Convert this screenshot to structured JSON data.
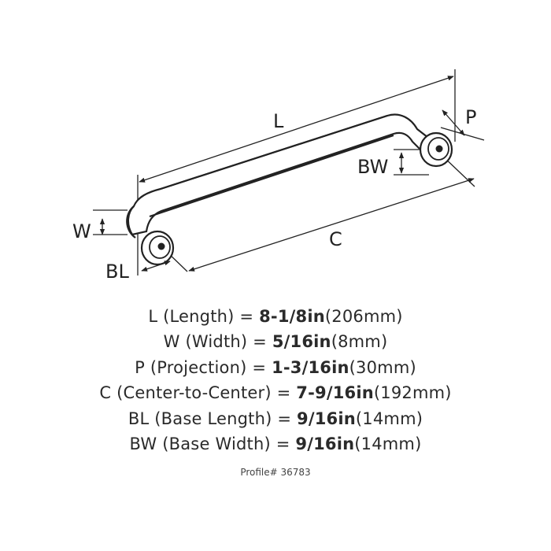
{
  "dimension_labels": {
    "L": "L",
    "P": "P",
    "BW": "BW",
    "W": "W",
    "C": "C",
    "BL": "BL"
  },
  "specs": [
    {
      "code": "L",
      "name": "(Length) = ",
      "value": "8-1/8in",
      "metric": "(206mm)"
    },
    {
      "code": "W",
      "name": "(Width) = ",
      "value": "5/16in",
      "metric": "(8mm)"
    },
    {
      "code": "P",
      "name": "(Projection) = ",
      "value": "1-3/16in",
      "metric": "(30mm)"
    },
    {
      "code": "C",
      "name": "(Center-to-Center) = ",
      "value": "7-9/16in",
      "metric": "(192mm)"
    },
    {
      "code": "BL",
      "name": "(Base Length) = ",
      "value": "9/16in",
      "metric": "(14mm)"
    },
    {
      "code": "BW",
      "name": "(Base Width) = ",
      "value": "9/16in",
      "metric": "(14mm)"
    }
  ],
  "profile_label": "Profile# 36783"
}
